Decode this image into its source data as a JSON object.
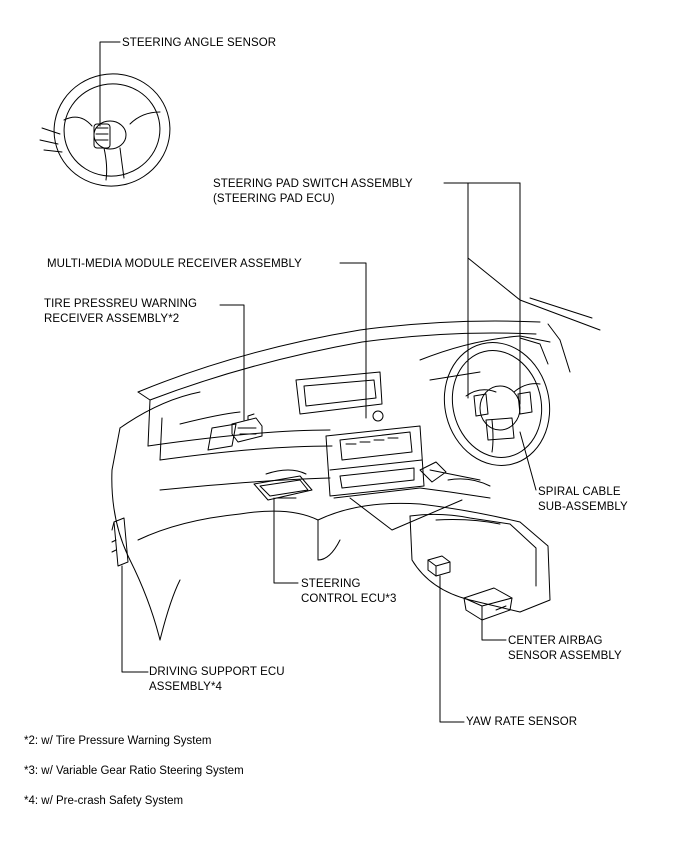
{
  "labels": {
    "steering_angle_sensor": "STEERING ANGLE SENSOR",
    "steering_pad_switch_line1": "STEERING PAD SWITCH ASSEMBLY",
    "steering_pad_switch_line2": "(STEERING PAD ECU)",
    "multimedia_receiver": "MULTI-MEDIA MODULE RECEIVER ASSEMBLY",
    "tire_pressure_line1": "TIRE PRESSREU WARNING",
    "tire_pressure_line2": "RECEIVER ASSEMBLY*2",
    "spiral_cable_line1": "SPIRAL CABLE",
    "spiral_cable_line2": "SUB-ASSEMBLY",
    "steering_control_line1": "STEERING",
    "steering_control_line2": "CONTROL ECU*3",
    "center_airbag_line1": "CENTER AIRBAG",
    "center_airbag_line2": "SENSOR ASSEMBLY",
    "driving_support_line1": "DRIVING SUPPORT ECU",
    "driving_support_line2": "ASSEMBLY*4",
    "yaw_rate_sensor": "YAW RATE SENSOR"
  },
  "notes": [
    "*2: w/ Tire Pressure Warning System",
    "*3: w/ Variable Gear Ratio Steering System",
    "*4: w/ Pre-crash Safety System"
  ]
}
